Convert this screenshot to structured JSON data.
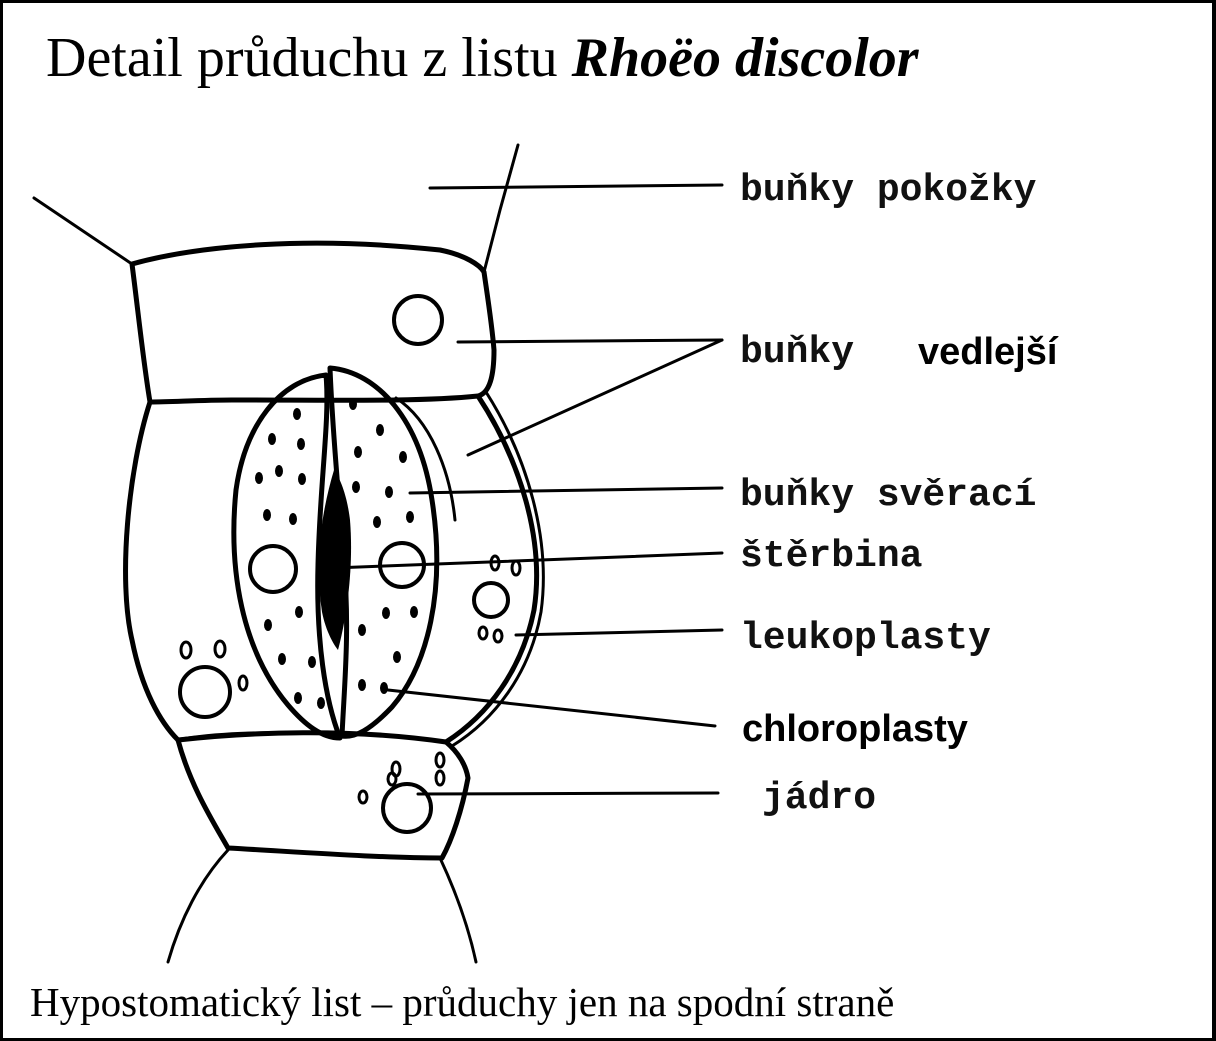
{
  "title": {
    "prefix": "Detail průduchu z listu ",
    "species": "Rhoëo discolor"
  },
  "labels": {
    "epidermal_cells": "buňky pokožky",
    "subsidiary_cells_word1": "buňky",
    "subsidiary_cells_word2": "vedlejší",
    "guard_cells": "buňky svěrací",
    "pore": "štěrbina",
    "leucoplasts": "leukoplasty",
    "chloroplasts": "chloroplasty",
    "nucleus": "jádro"
  },
  "caption": "Hypostomatický list – průduchy jen na spodní straně",
  "colors": {
    "line": "#000000",
    "background": "#ffffff"
  }
}
